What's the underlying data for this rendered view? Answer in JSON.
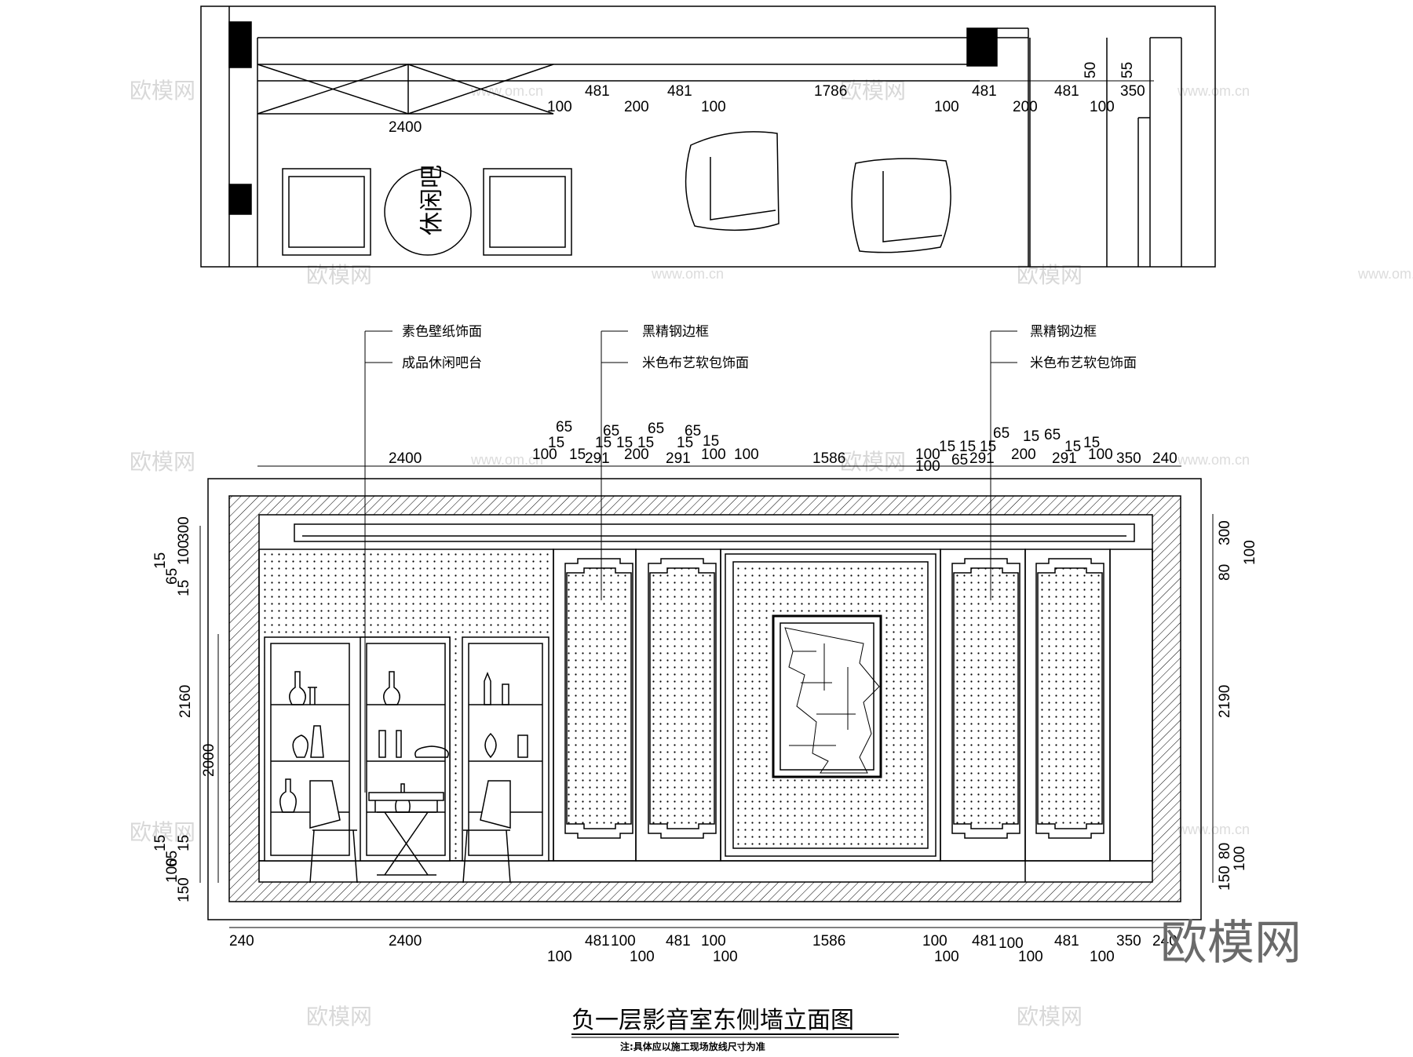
{
  "title": "负一层影音室东侧墙立面图",
  "note": "注:具体应以施工现场放线尺寸为准",
  "brand": "欧模网",
  "watermark_text": "欧模网",
  "watermark_url": "www.om.cn",
  "plan": {
    "room_label": "休闲吧",
    "dims_top": [
      "481",
      "481",
      "1786",
      "481",
      "481",
      "350"
    ],
    "dims_bottom": [
      "100",
      "200",
      "100",
      "100",
      "200",
      "100"
    ],
    "dim_small": [
      "50",
      "55"
    ],
    "dim_length": "2400"
  },
  "callouts": {
    "left": [
      "素色壁纸饰面",
      "成品休闲吧台"
    ],
    "middle": [
      "黑精钢边框",
      "米色布艺软包饰面"
    ],
    "right": [
      "黑精钢边框",
      "米色布艺软包饰面"
    ]
  },
  "elev_top_dims": {
    "main": [
      "2400",
      "100",
      "291",
      "200",
      "291",
      "100",
      "100",
      "1586",
      "100",
      "291",
      "200",
      "291",
      "100",
      "350",
      "240"
    ],
    "stack": [
      "65",
      "15",
      "15",
      "65",
      "15",
      "15",
      "65",
      "15",
      "65",
      "15",
      "15",
      "100",
      "65",
      "15",
      "15",
      "15",
      "65",
      "15",
      "65",
      "15",
      "15"
    ]
  },
  "elev_bottom_dims": {
    "row1": [
      "240",
      "2400",
      "481",
      "100",
      "481",
      "100",
      "1586",
      "100",
      "481",
      "100",
      "481",
      "350",
      "240"
    ],
    "row2": [
      "100",
      "100",
      "100",
      "100",
      "100",
      "100"
    ]
  },
  "left_dims": [
    "15",
    "65",
    "15",
    "100",
    "300",
    "2160",
    "2000",
    "15",
    "65",
    "15",
    "100",
    "150"
  ],
  "right_dims": [
    "300",
    "80",
    "100",
    "2190",
    "80",
    "100",
    "150"
  ]
}
